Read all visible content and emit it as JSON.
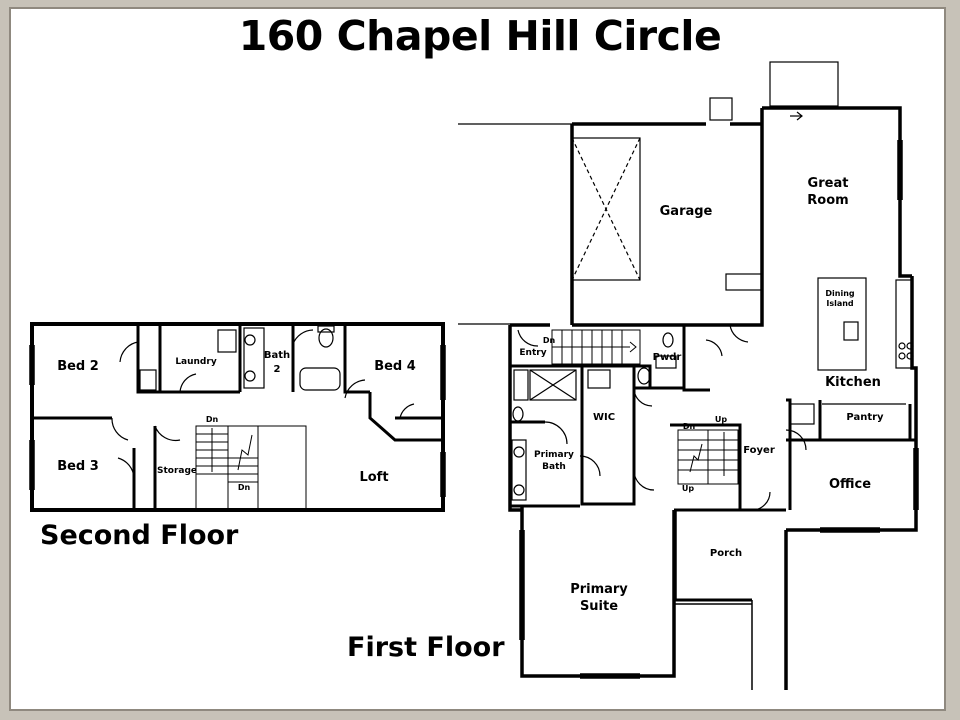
{
  "title": "160 Chapel Hill Circle",
  "floors": {
    "second": {
      "label": "Second Floor",
      "rooms": {
        "bed2": "Bed 2",
        "laundry": "Laundry",
        "bath2_a": "Bath",
        "bath2_b": "2",
        "bed4": "Bed 4",
        "bed3": "Bed 3",
        "storage": "Storage",
        "loft": "Loft"
      },
      "stair": {
        "dn_top": "Dn",
        "dn_bottom": "Dn"
      }
    },
    "first": {
      "label": "First Floor",
      "rooms": {
        "garage": "Garage",
        "great_room_a": "Great",
        "great_room_b": "Room",
        "dining_island_a": "Dining",
        "dining_island_b": "Island",
        "kitchen": "Kitchen",
        "pantry": "Pantry",
        "entry": "Entry",
        "pwdr": "Pwdr",
        "wic": "WIC",
        "primary_bath_a": "Primary",
        "primary_bath_b": "Bath",
        "foyer": "Foyer",
        "office": "Office",
        "porch": "Porch",
        "primary_suite_a": "Primary",
        "primary_suite_b": "Suite"
      },
      "stair": {
        "dn_entry": "Dn",
        "dn_foyer": "Dn",
        "up_foyer_left": "Up",
        "up_foyer_right": "Up"
      }
    }
  },
  "colors": {
    "frame": "#8f897f",
    "background": "#c7c2b8",
    "ink": "#000000"
  }
}
